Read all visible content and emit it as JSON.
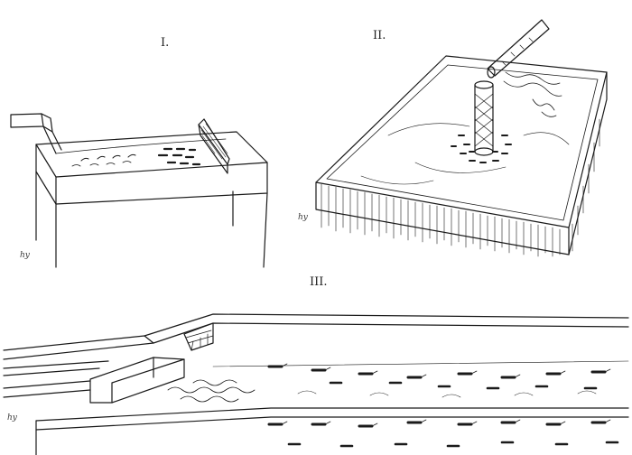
{
  "panels": [
    {
      "label": "I.",
      "signature": "hy"
    },
    {
      "label": "II.",
      "signature": "hy"
    },
    {
      "label": "III.",
      "signature": "hy"
    }
  ]
}
